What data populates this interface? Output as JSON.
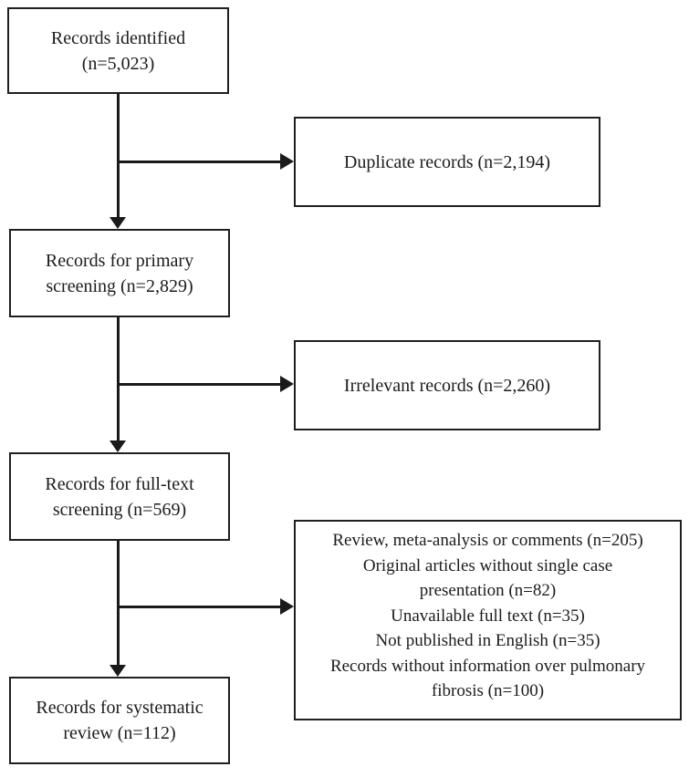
{
  "flowchart": {
    "records_identified": "Records identified\n(n=5,023)",
    "duplicate_records": "Duplicate records (n=2,194)",
    "primary_screening": "Records for primary\nscreening (n=2,829)",
    "irrelevant_records": "Irrelevant records (n=2,260)",
    "full_text_screening": "Records for full-text\nscreening (n=569)",
    "exclusion_reasons": {
      "lines": [
        "Review, meta-analysis or comments (n=205)",
        "Original articles without single case\npresentation (n=82)",
        "Unavailable full text (n=35)",
        "Not published in English (n=35)",
        "Records without information over pulmonary\nfibrosis (n=100)"
      ]
    },
    "systematic_review": "Records for systematic\nreview (n=112)",
    "colors": {
      "background": "#ffffff",
      "border": "#1f1f1f",
      "line": "#1a1a1a",
      "text": "#1c1c1c"
    }
  }
}
